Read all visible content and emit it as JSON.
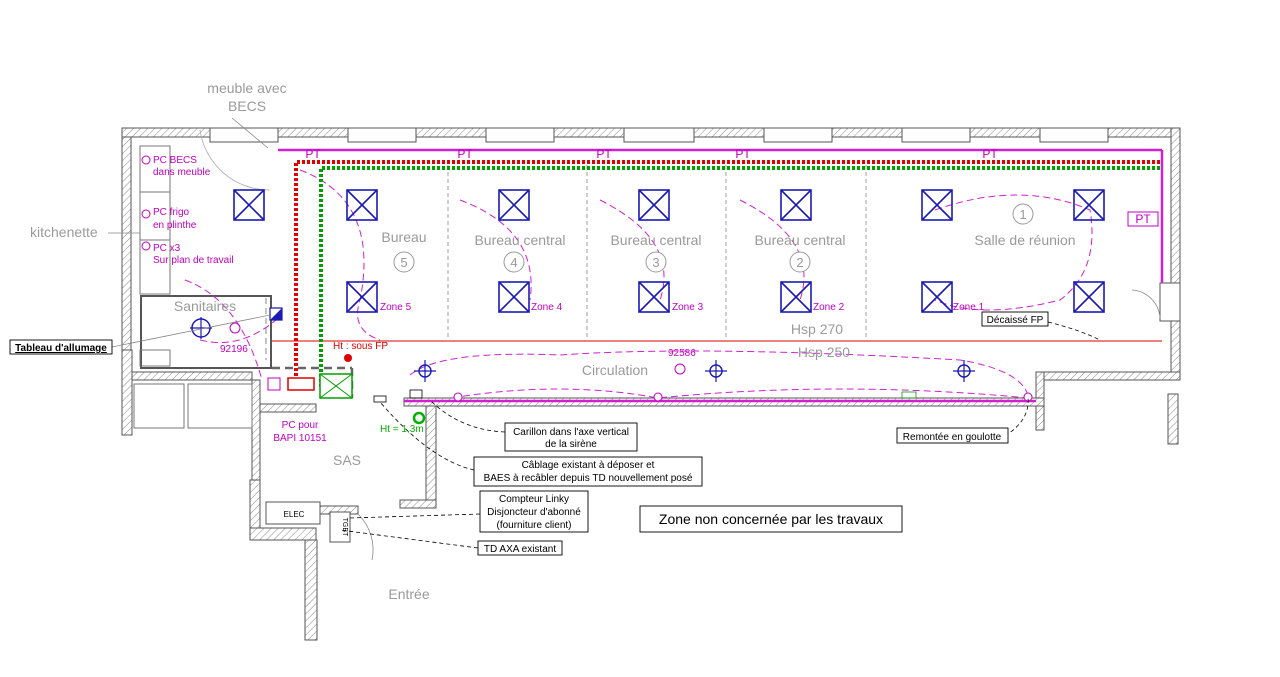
{
  "rooms": {
    "bureau_5": "Bureau",
    "bureau_central_4": "Bureau central",
    "bureau_central_3": "Bureau central",
    "bureau_central_2": "Bureau central",
    "salle_reunion": "Salle de réunion",
    "sanitaires": "Sanitaires",
    "circulation": "Circulation",
    "sas": "SAS",
    "entree": "Entrée",
    "elec": "ELEC",
    "tgbt": "TGBT"
  },
  "room_numbers": [
    "5",
    "4",
    "3",
    "2",
    "1"
  ],
  "zones": [
    "Zone 5",
    "Zone 4",
    "Zone 3",
    "Zone 2",
    "Zone 1"
  ],
  "heights": {
    "hsp_270": "Hsp 270",
    "hsp_250": "Hsp 250"
  },
  "pt_labels": [
    "PT",
    "PT",
    "PT",
    "PT",
    "PT",
    "PT"
  ],
  "gray_labels": {
    "meuble_line1": "meuble avec",
    "meuble_line2": "BECS",
    "kitchenette": "kitchenette"
  },
  "magenta_notes": {
    "pc_becs_1": "PC BECS",
    "pc_becs_2": "dans meuble",
    "pc_frigo_1": "PC frigo",
    "pc_frigo_2": "en plinthe",
    "pc_x3_1": "PC x3",
    "pc_x3_2": "Sur plan de travail",
    "detector_1": "92196",
    "detector_2": "92586",
    "pc_bapi_1": "PC pour",
    "pc_bapi_2": "BAPI 10151"
  },
  "red_notes": {
    "ht_fp": "Ht : sous FP"
  },
  "green_notes": {
    "ht_13": "Ht = 1,3m"
  },
  "callouts": {
    "tableau": "Tableau d'allumage",
    "decaisse": "Décaissé FP",
    "carillon_1": "Carillon dans l'axe vertical",
    "carillon_2": "de la sirène",
    "cablage_1": "Câblage existant à déposer et",
    "cablage_2": "BAES à recâbler depuis TD nouvellement posé",
    "compteur_1": "Compteur Linky",
    "compteur_2": "Disjoncteur d'abonné",
    "compteur_3": "(fourniture client)",
    "td_axa": "TD AXA existant",
    "remontee": "Remontée en goulotte",
    "zone_non": "Zone non concernée par les travaux"
  },
  "colors": {
    "wiring_red": "#e00000",
    "wiring_green": "#00a000",
    "light_fixture": "#1a1ab4",
    "annotation_magenta": "#c000c0",
    "wall": "#333333"
  }
}
